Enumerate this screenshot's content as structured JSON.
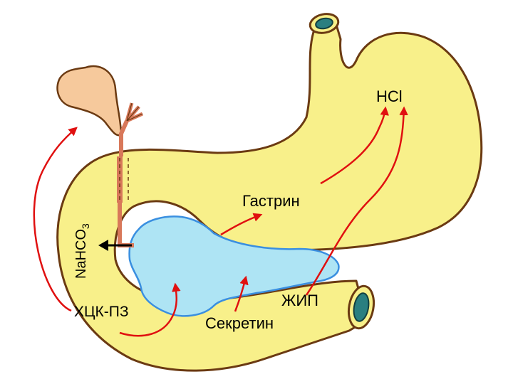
{
  "labels": {
    "hcl": "HCl",
    "gastrin": "Гастрин",
    "nahco3": "NaHCO",
    "nahco3_sub": "3",
    "hck_pz": "ХЦК-ПЗ",
    "secretin": "Секретин",
    "zhip": "ЖИП"
  },
  "colors": {
    "stomach": "#f8f08a",
    "organ_outline": "#6b3a12",
    "gallbladder": "#f6c99c",
    "pancreas": "#aee4f4",
    "pancreas_outline": "#3a8fe0",
    "duct": "#d8785a",
    "lumen": "#2a7f80",
    "arrow": "#e01010",
    "secretion_arrow": "#000000"
  }
}
